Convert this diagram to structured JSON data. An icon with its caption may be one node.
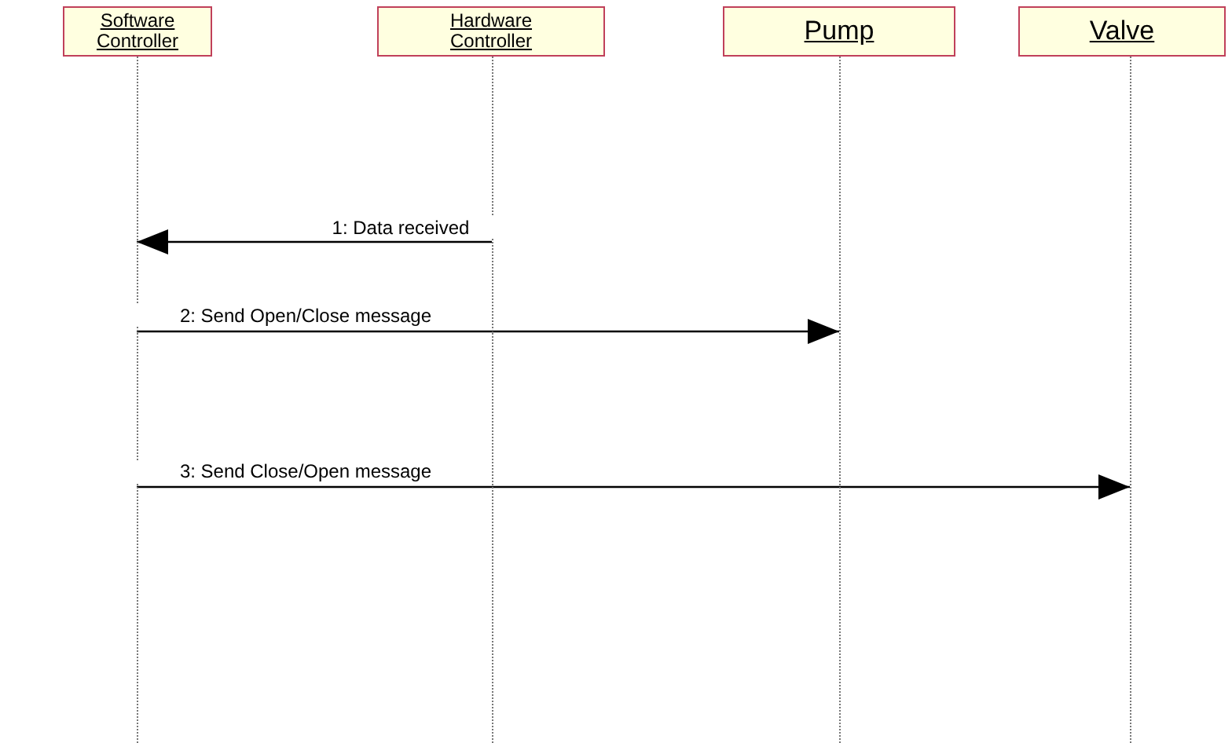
{
  "diagram": {
    "nodes": [
      {
        "text": [
          "Software Controller"
        ]
      },
      {
        "text": [
          "Hardware Controller"
        ]
      },
      {
        "text": [
          "Pump"
        ]
      },
      {
        "text": [
          "Valve"
        ]
      },
      {
        "text": [],
        "shape": "line"
      },
      {
        "text": [],
        "shape": "line"
      },
      {
        "text": [],
        "shape": "line"
      },
      {
        "text": [],
        "shape": "line"
      }
    ],
    "edges": [
      {
        "from": 5,
        "to": 4,
        "arrow": "to",
        "label": "1: Data received"
      },
      {
        "from": 4,
        "to": 6,
        "arrow": "to",
        "label": "2: Send Open/Close message"
      },
      {
        "from": 4,
        "to": 7,
        "arrow": "to",
        "label": "3: Send Close/Open message"
      }
    ]
  }
}
